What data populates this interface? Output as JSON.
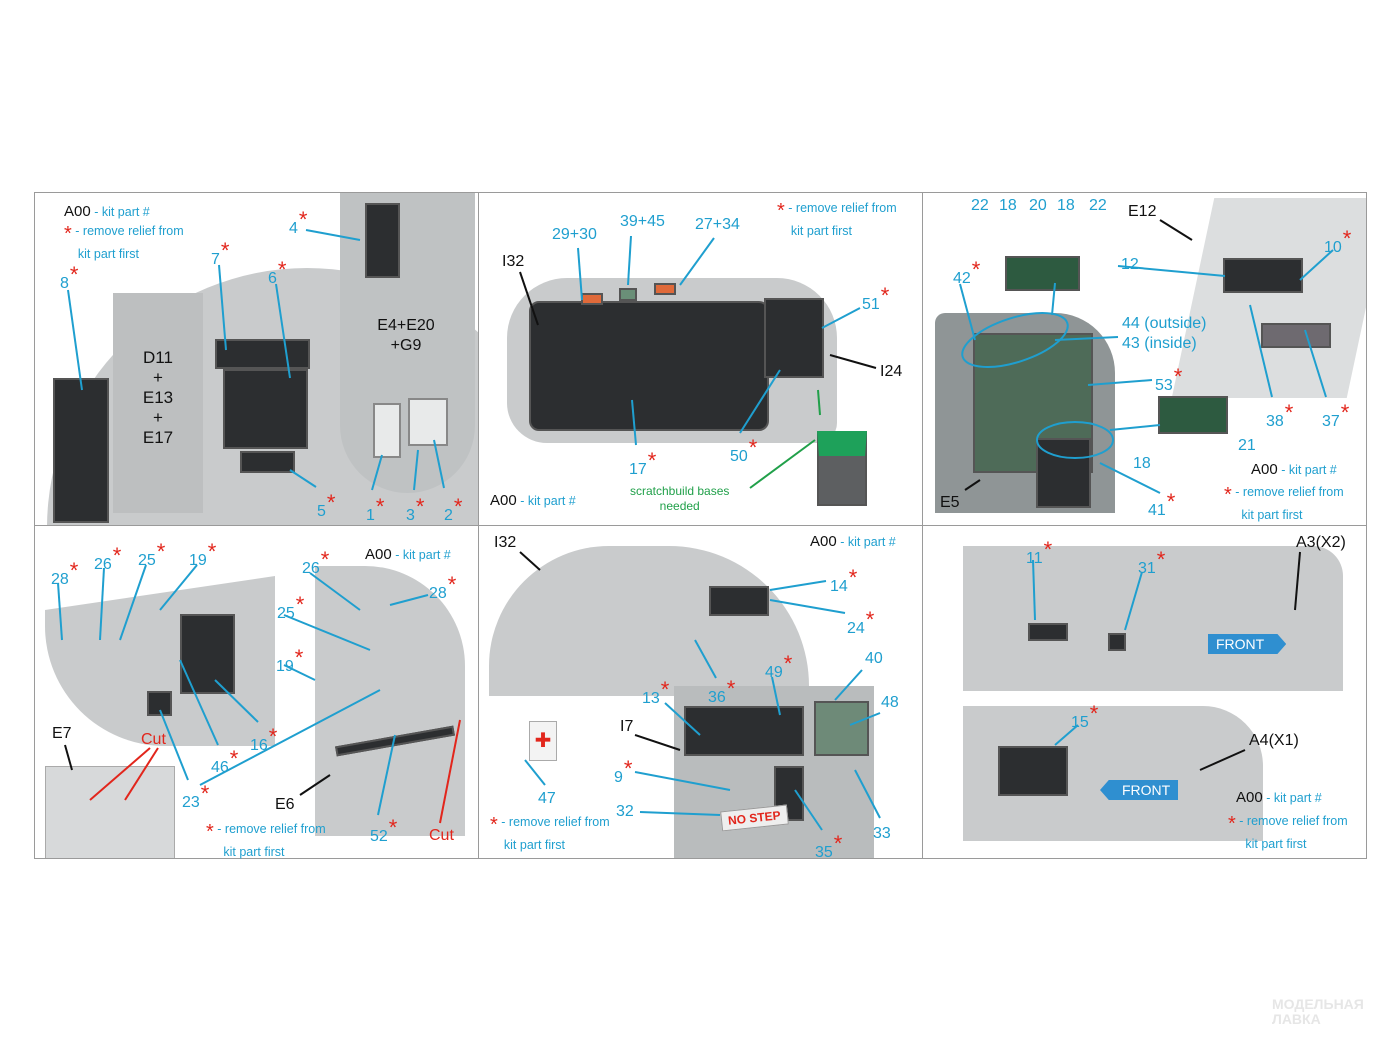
{
  "legend": {
    "kit_code": "A00",
    "kit_text": "- kit part #",
    "asterisk": "*",
    "relief_line1": "- remove relief from",
    "relief_line2": "kit part first"
  },
  "panel1": {
    "group_left": [
      "D11",
      "+",
      "E13",
      "+",
      "E17"
    ],
    "group_right": [
      "E4+E20",
      "+G9"
    ],
    "callouts": [
      "8",
      "7",
      "6",
      "4",
      "5",
      "1",
      "3",
      "2"
    ]
  },
  "panel2": {
    "parts": [
      "I32",
      "I24"
    ],
    "callouts": [
      "29+30",
      "39+45",
      "27+34",
      "51",
      "17",
      "50"
    ],
    "note": [
      "scratchbuild bases",
      "needed"
    ]
  },
  "panel3": {
    "top_row": [
      "22",
      "18",
      "20",
      "18",
      "22"
    ],
    "parts": [
      "E12",
      "E5"
    ],
    "callouts": [
      "42",
      "12",
      "10",
      "44 (outside)",
      "43 (inside)",
      "53",
      "38",
      "37",
      "21",
      "18",
      "41"
    ]
  },
  "panel4": {
    "callouts": [
      "28",
      "26",
      "25",
      "19",
      "26",
      "28",
      "25",
      "19",
      "16",
      "46",
      "23",
      "52"
    ],
    "parts": [
      "E7",
      "E6"
    ],
    "cut": "Cut"
  },
  "panel5": {
    "parts": [
      "I32",
      "I7"
    ],
    "callouts": [
      "14",
      "24",
      "40",
      "49",
      "48",
      "13",
      "36",
      "9",
      "47",
      "32",
      "33",
      "35"
    ],
    "placard": "NO STEP"
  },
  "panel6": {
    "callouts": [
      "11",
      "31",
      "15"
    ],
    "parts": [
      "A3(X2)",
      "A4(X1)"
    ],
    "front": "FRONT"
  },
  "watermark": [
    "МОДЕЛЬНАЯ",
    "ЛАВКА"
  ]
}
